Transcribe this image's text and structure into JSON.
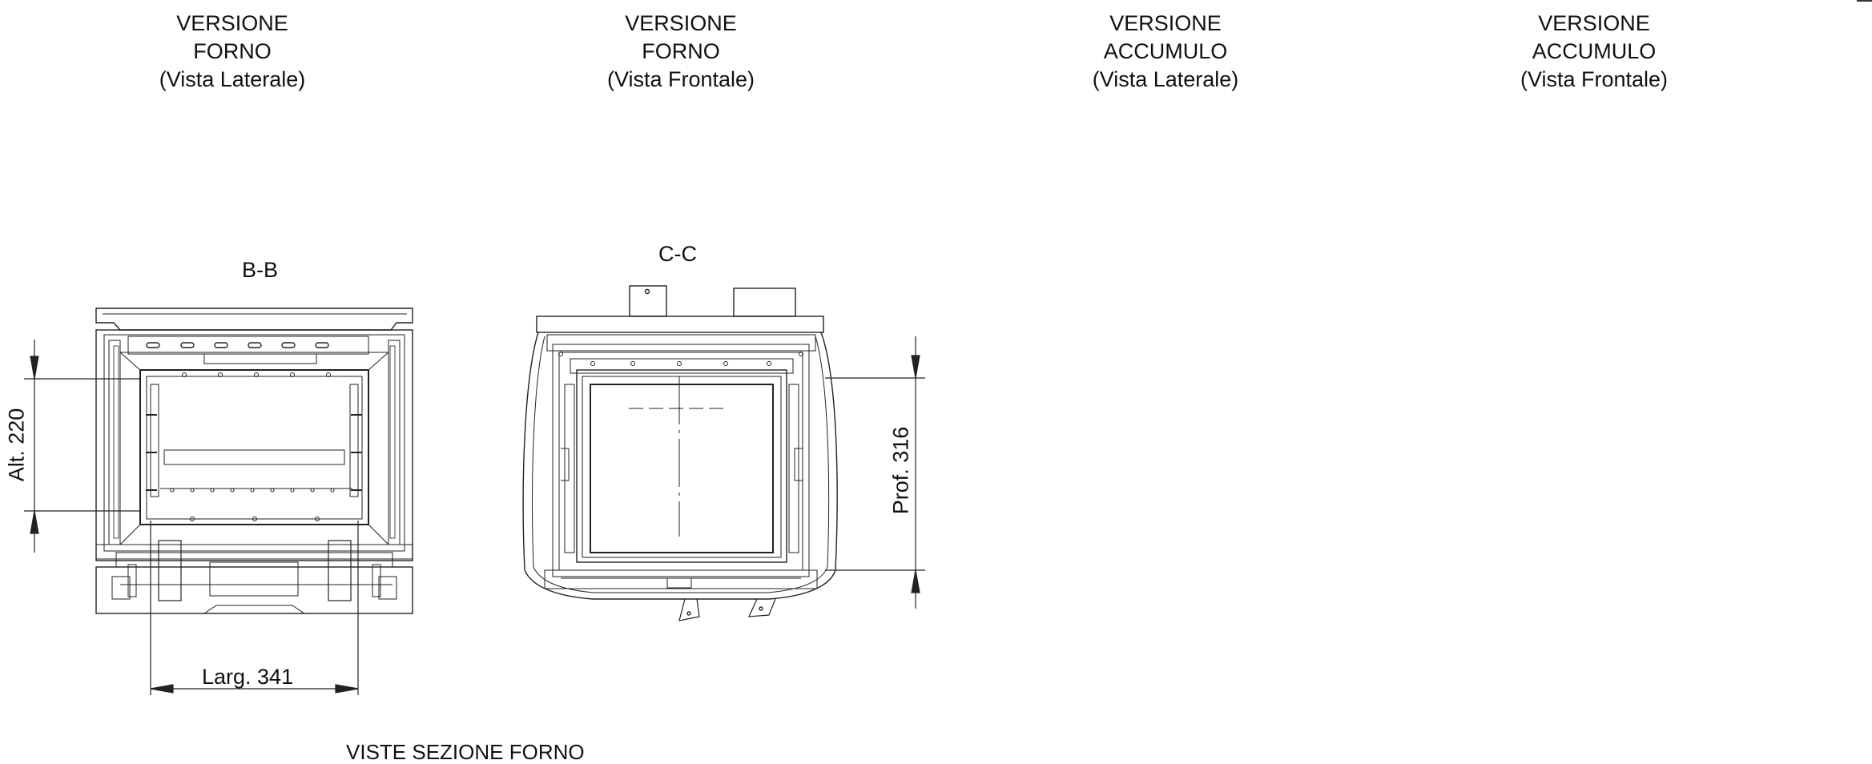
{
  "headers": [
    {
      "line1": "VERSIONE",
      "line2": "FORNO",
      "line3": "(Vista Laterale)"
    },
    {
      "line1": "VERSIONE",
      "line2": "FORNO",
      "line3": "(Vista Frontale)"
    },
    {
      "line1": "VERSIONE",
      "line2": "ACCUMULO",
      "line3": "(Vista Laterale)"
    },
    {
      "line1": "VERSIONE",
      "line2": "ACCUMULO",
      "line3": "(Vista Frontale)"
    }
  ],
  "sections": {
    "bb": {
      "title": "B-B"
    },
    "cc": {
      "title": "C-C"
    }
  },
  "dimensions": {
    "height": "Alt.  220",
    "width": "Larg.  341",
    "depth": "Prof.  316"
  },
  "footer": {
    "caption": "VISTE SEZIONE FORNO"
  }
}
